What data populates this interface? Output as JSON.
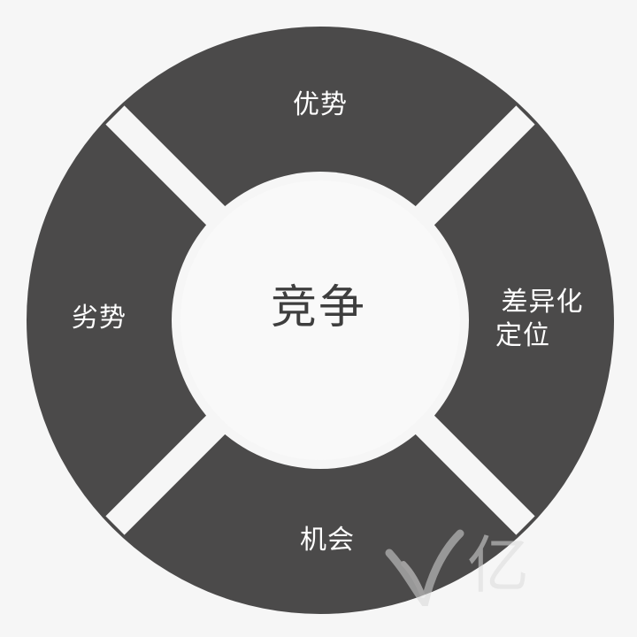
{
  "diagram": {
    "center_label": "竞争",
    "segments": [
      {
        "id": "top",
        "label": "优势"
      },
      {
        "id": "right",
        "label_lines": [
          "差异化",
          "定位"
        ]
      },
      {
        "id": "bottom",
        "label": "机会"
      },
      {
        "id": "left",
        "label": "劣势"
      }
    ],
    "watermark_text": "亿"
  },
  "colors": {
    "background": "#f6f6f6",
    "segment_fill": "#4b4a4a",
    "center_fill": "#f9f9f9",
    "center_text": "#3e3e3e",
    "segment_text": "#ffffff"
  }
}
